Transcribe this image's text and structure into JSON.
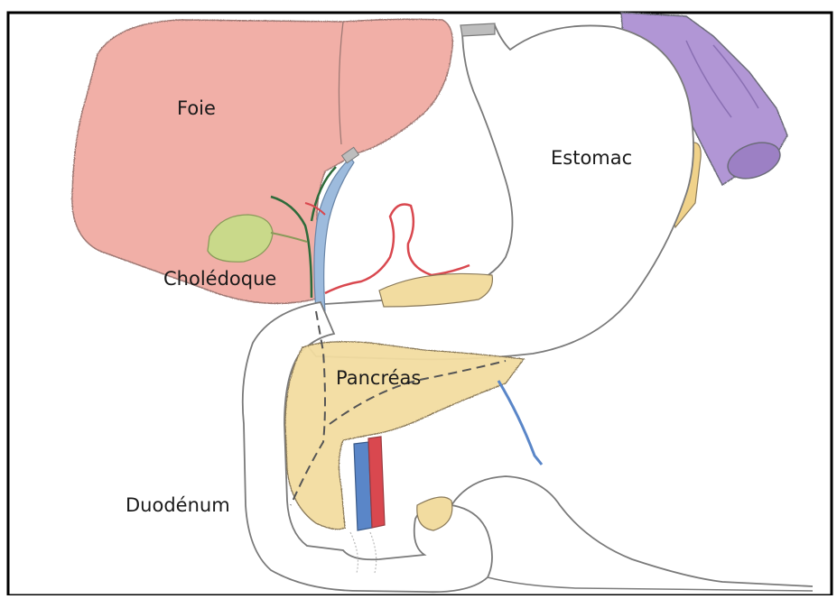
{
  "labels": {
    "foie": "Foie",
    "estomac": "Estomac",
    "choledoque": "Cholédoque",
    "pancreas": "Pancréas",
    "duodenum": "Duodénum"
  },
  "colors": {
    "liver": "#f0a8a0",
    "liver_edge": "#c98a82",
    "spleen": "#a98bd0",
    "gallbladder": "#c9d98a",
    "pancreas": "#f2dca0",
    "bile_duct_blue": "#9dbbdd",
    "bile_duct_green": "#2e6b3a",
    "artery_red": "#d9484f",
    "vein_blue": "#5a86c8",
    "outline": "#7a7a7a",
    "frame": "#000000"
  }
}
